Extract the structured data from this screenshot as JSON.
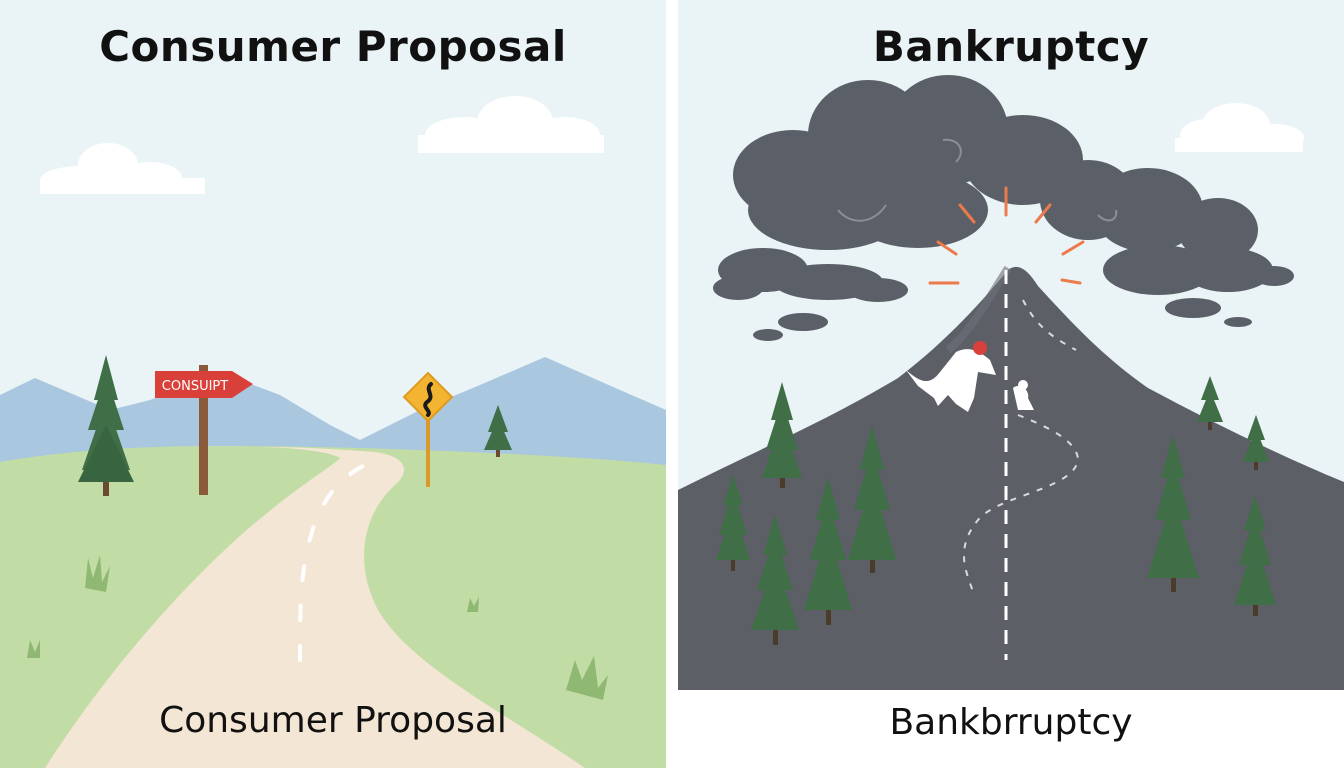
{
  "consumer_proposal": {
    "title": "Consumer Proposal",
    "caption": "Consumer Proposal",
    "signpost_text": "CONSUIPT"
  },
  "bankruptcy": {
    "title": "Bankruptcy",
    "caption": "Bankbrruptcy"
  },
  "colors": {
    "left_sky": "#eaf3f5",
    "mountains_blue": "#a9c7de",
    "meadow_green": "#c2dca6",
    "road": "#f4e6d4",
    "signpost_red": "#d9403a",
    "warning_sign": "#f2b431",
    "storm_cloud": "#5b6068",
    "mountain_dark": "#5c5f66",
    "pine_green": "#3f6e47",
    "lightning_orange": "#ec7a4a"
  }
}
